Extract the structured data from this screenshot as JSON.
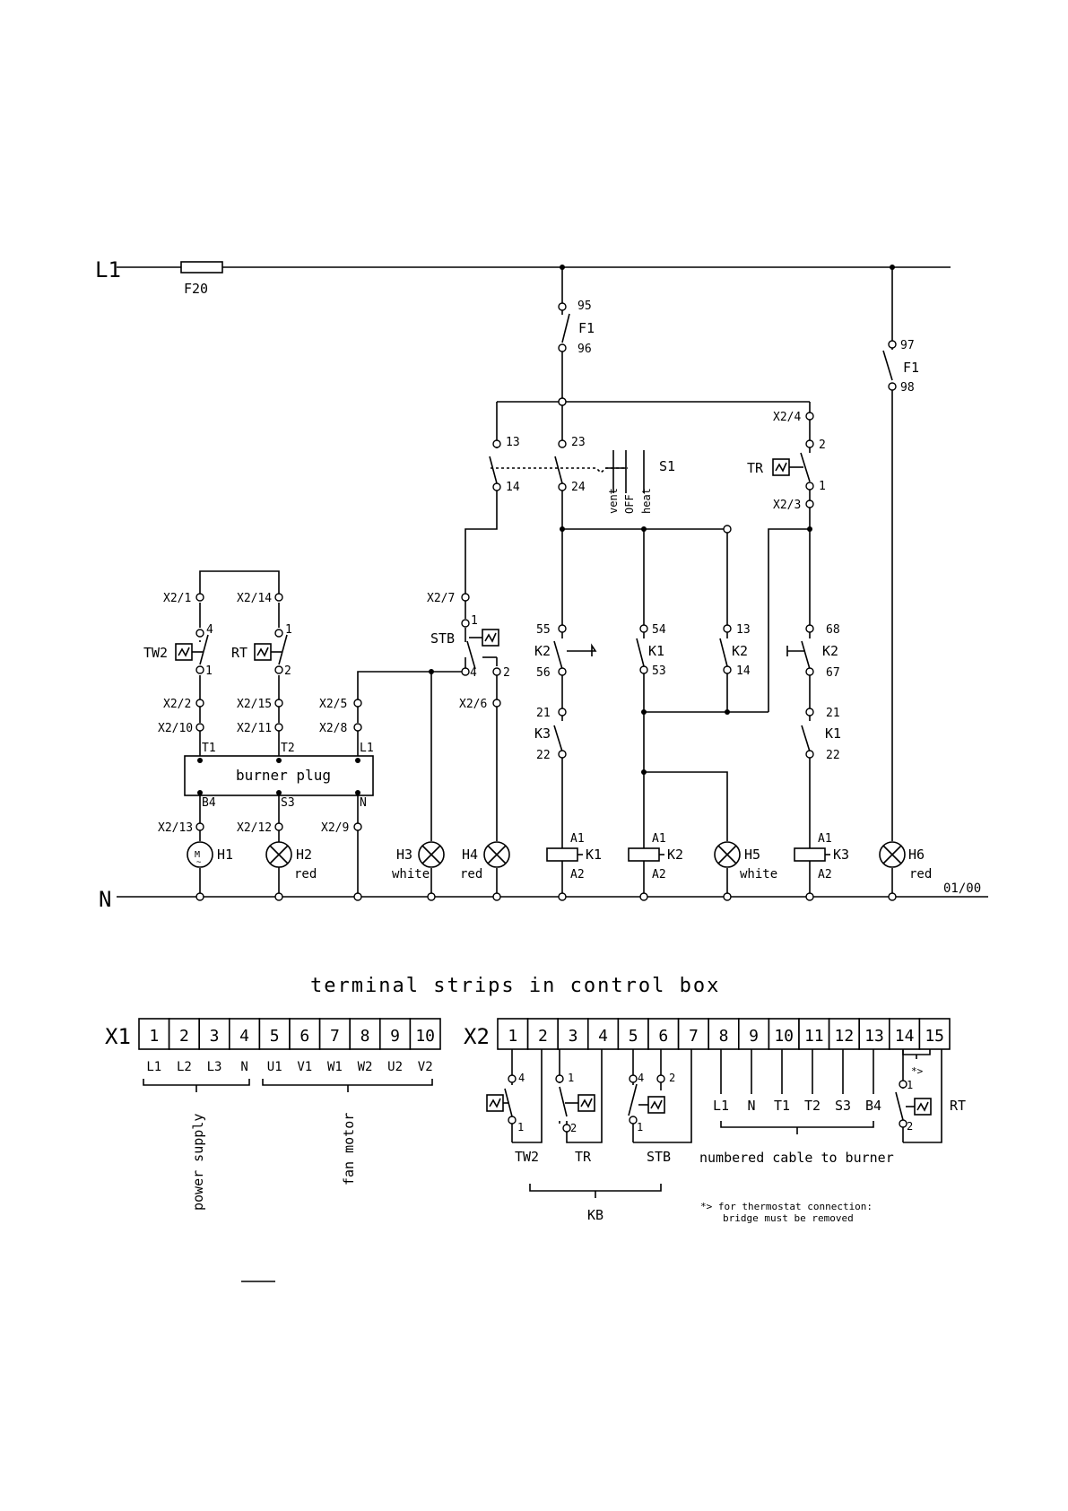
{
  "rails": {
    "l1": "L1",
    "n": "N",
    "revision": "01/00"
  },
  "fuse": {
    "label": "F20"
  },
  "top": {
    "f1_95": "95",
    "f1": "F1",
    "f1_96": "96",
    "f1_97": "97",
    "f1_98": "98",
    "k1_13": "13",
    "k1_14": "14",
    "s1_23": "23",
    "s1_24": "24",
    "s1": "S1",
    "s1_pos": [
      "vent",
      "OFF",
      "heat"
    ],
    "x2_4": "X2/4",
    "tr_2": "2",
    "tr": "TR",
    "tr_1": "1",
    "x2_3": "X2/3"
  },
  "left": {
    "x2_1": "X2/1",
    "x2_14": "X2/14",
    "tw2_4": "4",
    "tw2": "TW2",
    "tw2_1": "1",
    "rt_1": "1",
    "rt": "RT",
    "rt_2": "2",
    "x2_2": "X2/2",
    "x2_10": "X2/10",
    "x2_15": "X2/15",
    "x2_11": "X2/11",
    "x2_5": "X2/5",
    "x2_8": "X2/8",
    "t1": "T1",
    "t2": "T2",
    "l1": "L1",
    "burner_plug": "burner plug",
    "b4": "B4",
    "s3": "S3",
    "n": "N",
    "x2_13": "X2/13",
    "x2_12": "X2/12",
    "x2_9": "X2/9",
    "h1": "H1",
    "motor": "M",
    "h2": "H2",
    "h2_color": "red"
  },
  "middle": {
    "x2_7": "X2/7",
    "stb_1": "1",
    "stb": "STB",
    "stb_4": "4",
    "stb_2": "2",
    "x2_6": "X2/6",
    "h3": "H3",
    "h3_color": "white",
    "h4": "H4",
    "h4_color": "red",
    "k2_55": "55",
    "k2a": "K2",
    "k2_56": "56",
    "k3_21": "21",
    "k3": "K3",
    "k3_22": "22",
    "k1_54": "54",
    "k1a": "K1",
    "k1_53": "53",
    "k2_13": "13",
    "k2b": "K2",
    "k2_14": "14",
    "k2_68": "68",
    "k2c": "K2",
    "k2_67": "67",
    "k1_21": "21",
    "k1b": "K1",
    "k1_22": "22"
  },
  "coils": [
    {
      "name": "K1",
      "a1": "A1",
      "a2": "A2"
    },
    {
      "name": "K2",
      "a1": "A1",
      "a2": "A2"
    },
    {
      "name": "K3",
      "a1": "A1",
      "a2": "A2"
    }
  ],
  "lamps": {
    "h5": "H5",
    "h5_color": "white",
    "h6": "H6",
    "h6_color": "red"
  },
  "terminals": {
    "title": "terminal strips in control box",
    "x1_label": "X1",
    "x1_cells": [
      "1",
      "2",
      "3",
      "4",
      "5",
      "6",
      "7",
      "8",
      "9",
      "10"
    ],
    "x1_below": [
      "L1",
      "L2",
      "L3",
      "N",
      "U1",
      "V1",
      "W1",
      "W2",
      "U2",
      "V2"
    ],
    "x1_group1": "power supply",
    "x1_group2": "fan motor",
    "x2_label": "X2",
    "x2_cells": [
      "1",
      "2",
      "3",
      "4",
      "5",
      "6",
      "7",
      "8",
      "9",
      "10",
      "11",
      "12",
      "13",
      "14",
      "15"
    ],
    "cable_labels": [
      "L1",
      "N",
      "T1",
      "T2",
      "S3",
      "B4"
    ],
    "cable_note": "numbered cable to burner",
    "tw2": "TW2",
    "tw2_4": "4",
    "tw2_1": "1",
    "tr": "TR",
    "tr_1": "1",
    "tr_2": "2",
    "stb": "STB",
    "stb_4": "4",
    "stb_2": "2",
    "stb_1": "1",
    "kb": "KB",
    "rt": "RT",
    "rt_1": "1",
    "rt_2": "2",
    "rt_mark": "*>",
    "note_line1": "*> for thermostat connection:",
    "note_line2": "bridge must be removed"
  }
}
